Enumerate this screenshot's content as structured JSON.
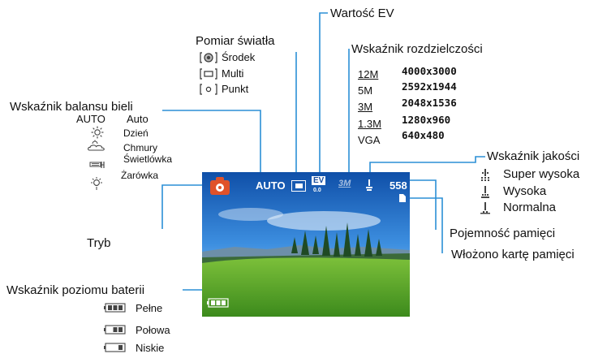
{
  "callouts": {
    "ev": "Wartość EV",
    "metering": "Pomiar światła",
    "resolution": "Wskaźnik rozdzielczości",
    "white_balance": "Wskaźnik balansu bieli",
    "quality": "Wskaźnik jakości",
    "mode": "Tryb",
    "capacity": "Pojemność pamięci",
    "card": "Włożono kartę pamięci",
    "battery": "Wskaźnik poziomu baterii"
  },
  "metering_options": [
    "Środek",
    "Multi",
    "Punkt"
  ],
  "resolution_options": [
    {
      "icon": "12M",
      "value": "4000x3000"
    },
    {
      "icon": "5M",
      "value": "2592x1944"
    },
    {
      "icon": "3M",
      "value": "2048x1536"
    },
    {
      "icon": "1.3M",
      "value": "1280x960"
    },
    {
      "icon": "VGA",
      "value": "640x480"
    }
  ],
  "white_balance_options": [
    {
      "icon_text": "AUTO",
      "icon": "auto-text",
      "label": "Auto"
    },
    {
      "icon": "sun-icon",
      "label": "Dzień"
    },
    {
      "icon": "cloud-icon",
      "label": "Chmury"
    },
    {
      "icon": "fluorescent-icon",
      "label": "Świetlówka"
    },
    {
      "icon": "bulb-icon",
      "label": "Żarówka"
    }
  ],
  "quality_options": [
    "Super wysoka",
    "Wysoka",
    "Normalna"
  ],
  "battery_options": [
    "Pełne",
    "Połowa",
    "Niskie"
  ],
  "screen": {
    "wb": "AUTO",
    "ev_label": "EV",
    "ev_value": "0.0",
    "resolution": "3M",
    "count": "558"
  },
  "colors": {
    "leader": "#2b8fd6",
    "mode_icon": "#e0522a",
    "sky": "#1a6fc4",
    "grass": "#5ba62c"
  }
}
